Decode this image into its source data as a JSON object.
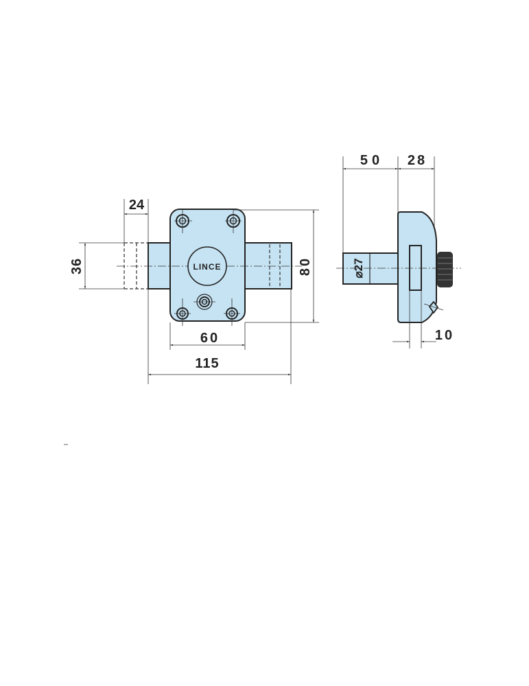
{
  "drawing": {
    "logo_text": "LINCE",
    "colors": {
      "fill": "#c6e3f3",
      "outline": "#222222",
      "dimension_line": "#cc4444"
    },
    "front_view": {
      "dimensions": {
        "bolt_throw": "24",
        "bolt_height": "36",
        "body_height": "80",
        "body_width": "60",
        "overall_width": "115"
      }
    },
    "side_view": {
      "dimensions": {
        "cylinder_length": "50",
        "body_depth": "28",
        "cylinder_diameter": "⌀27",
        "slot_width": "10"
      }
    }
  }
}
